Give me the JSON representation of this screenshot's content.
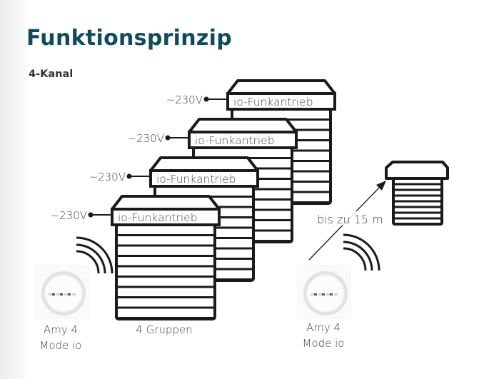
{
  "header": {
    "title": "Funktionsprinzip",
    "subtitle": "4-Kanal"
  },
  "diagram": {
    "motors": [
      {
        "voltage": "~230V",
        "label": "io-Funkantrieb"
      },
      {
        "voltage": "~230V",
        "label": "io-Funkantrieb"
      },
      {
        "voltage": "~230V",
        "label": "io-Funkantrieb"
      },
      {
        "voltage": "~230V",
        "label": "io-Funkantrieb"
      }
    ],
    "group_caption": "4 Gruppen",
    "range_label": "bis zu 15 m",
    "remotes": [
      {
        "line1": "Amy 4",
        "line2": "Mode io"
      },
      {
        "line1": "Amy 4",
        "line2": "Mode io"
      }
    ],
    "colors": {
      "title": "#0e4b5e",
      "stroke": "#1a1a1a"
    }
  }
}
